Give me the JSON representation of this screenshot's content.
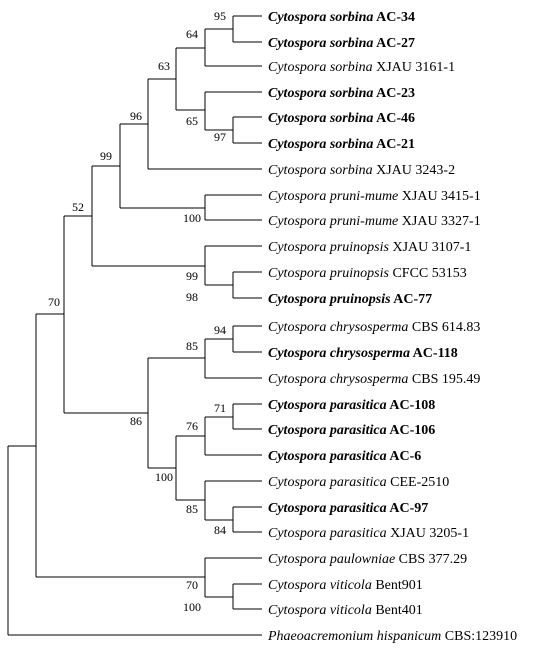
{
  "taxa": [
    {
      "genus": "Cytospora",
      "species": "sorbina",
      "strain": "AC-34",
      "bold": true
    },
    {
      "genus": "Cytospora",
      "species": "sorbina",
      "strain": "AC-27",
      "bold": true
    },
    {
      "genus": "Cytospora",
      "species": "sorbina",
      "strain": "XJAU 3161-1",
      "bold": false
    },
    {
      "genus": "Cytospora",
      "species": "sorbina",
      "strain": "AC-23",
      "bold": true
    },
    {
      "genus": "Cytospora",
      "species": "sorbina",
      "strain": "AC-46",
      "bold": true
    },
    {
      "genus": "Cytospora",
      "species": "sorbina",
      "strain": "AC-21",
      "bold": true
    },
    {
      "genus": "Cytospora",
      "species": "sorbina",
      "strain": "XJAU 3243-2",
      "bold": false
    },
    {
      "genus": "Cytospora",
      "species": "pruni-mume",
      "strain": "XJAU 3415-1",
      "bold": false
    },
    {
      "genus": "Cytospora",
      "species": "pruni-mume",
      "strain": "XJAU 3327-1",
      "bold": false
    },
    {
      "genus": "Cytospora",
      "species": "pruinopsis",
      "strain": "XJAU 3107-1",
      "bold": false
    },
    {
      "genus": "Cytospora",
      "species": "pruinopsis",
      "strain": "CFCC 53153",
      "bold": false
    },
    {
      "genus": "Cytospora",
      "species": "pruinopsis",
      "strain": "AC-77",
      "bold": true
    },
    {
      "genus": "Cytospora",
      "species": "chrysosperma",
      "strain": "CBS 614.83",
      "bold": false
    },
    {
      "genus": "Cytospora",
      "species": "chrysosperma",
      "strain": "AC-118",
      "bold": true
    },
    {
      "genus": "Cytospora",
      "species": "chrysosperma",
      "strain": "CBS 195.49",
      "bold": false
    },
    {
      "genus": "Cytospora",
      "species": "parasitica",
      "strain": "AC-108",
      "bold": true
    },
    {
      "genus": "Cytospora",
      "species": "parasitica",
      "strain": "AC-106",
      "bold": true
    },
    {
      "genus": "Cytospora",
      "species": "parasitica",
      "strain": "AC-6",
      "bold": true
    },
    {
      "genus": "Cytospora",
      "species": "parasitica",
      "strain": "CEE-2510",
      "bold": false
    },
    {
      "genus": "Cytospora",
      "species": "parasitica",
      "strain": "AC-97",
      "bold": true
    },
    {
      "genus": "Cytospora",
      "species": "parasitica",
      "strain": "XJAU 3205-1",
      "bold": false
    },
    {
      "genus": "Cytospora",
      "species": "paulowniae",
      "strain": "CBS 377.29",
      "bold": false
    },
    {
      "genus": "Cytospora",
      "species": "viticola",
      "strain": "Bent901",
      "bold": false
    },
    {
      "genus": "Cytospora",
      "species": "viticola",
      "strain": "Bent401",
      "bold": false
    },
    {
      "genus": "Phaeoacremonium",
      "species": "hispanicum",
      "strain": "CBS:123910",
      "bold": false
    }
  ],
  "support_values": [
    "95",
    "64",
    "63",
    "65",
    "97",
    "96",
    "99",
    "100",
    "52",
    "99",
    "98",
    "94",
    "85",
    "71",
    "76",
    "86",
    "100",
    "85",
    "84",
    "70",
    "70",
    "100"
  ]
}
